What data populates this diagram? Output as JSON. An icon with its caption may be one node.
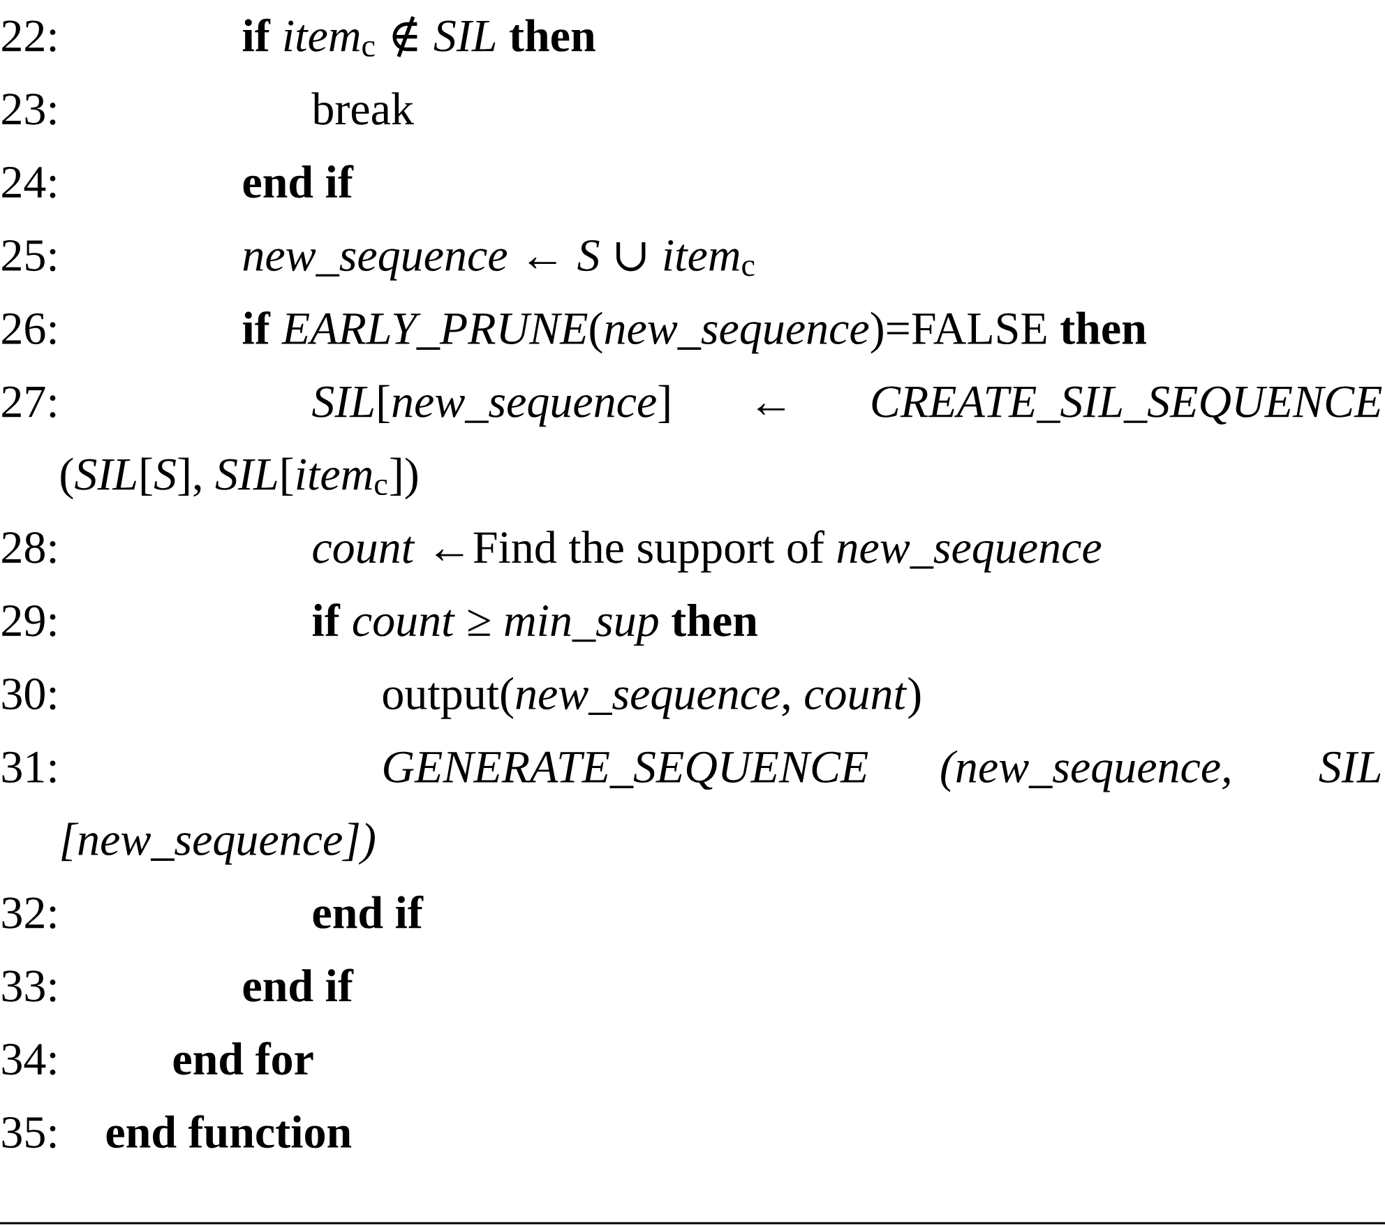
{
  "diagram": {
    "labels": [
      "22:",
      "**if** *item*$_{c}$ ∉ *SIL* **then**",
      "23:",
      "break",
      "24:",
      "**end if**",
      "25:",
      "*new_sequence* ← *S* ∪ *item*$_{c}$",
      "26:",
      "**if** *EARLY_PRUNE*(*new_sequence*)=FALSE **then**",
      "27:",
      "*SIL*[*new_sequence*] ← *CREATE_SIL_SEQUENCE* (*SIL*[*S*], *SIL*[*item*$_{c}$])",
      "28:",
      "*count* ←Find the support of *new_sequence*",
      "29:",
      "**if** *count* ≥ *min_sup* **then**",
      "30:",
      "output(*new_sequence*, *count*)",
      "31:",
      "*GENERATE_SEQUENCE (new_sequence, SIL [new_sequence])*",
      "32:",
      "**end if**",
      "33:",
      "**end if**",
      "34:",
      "**end for**",
      "35:",
      "**end function**"
    ]
  }
}
